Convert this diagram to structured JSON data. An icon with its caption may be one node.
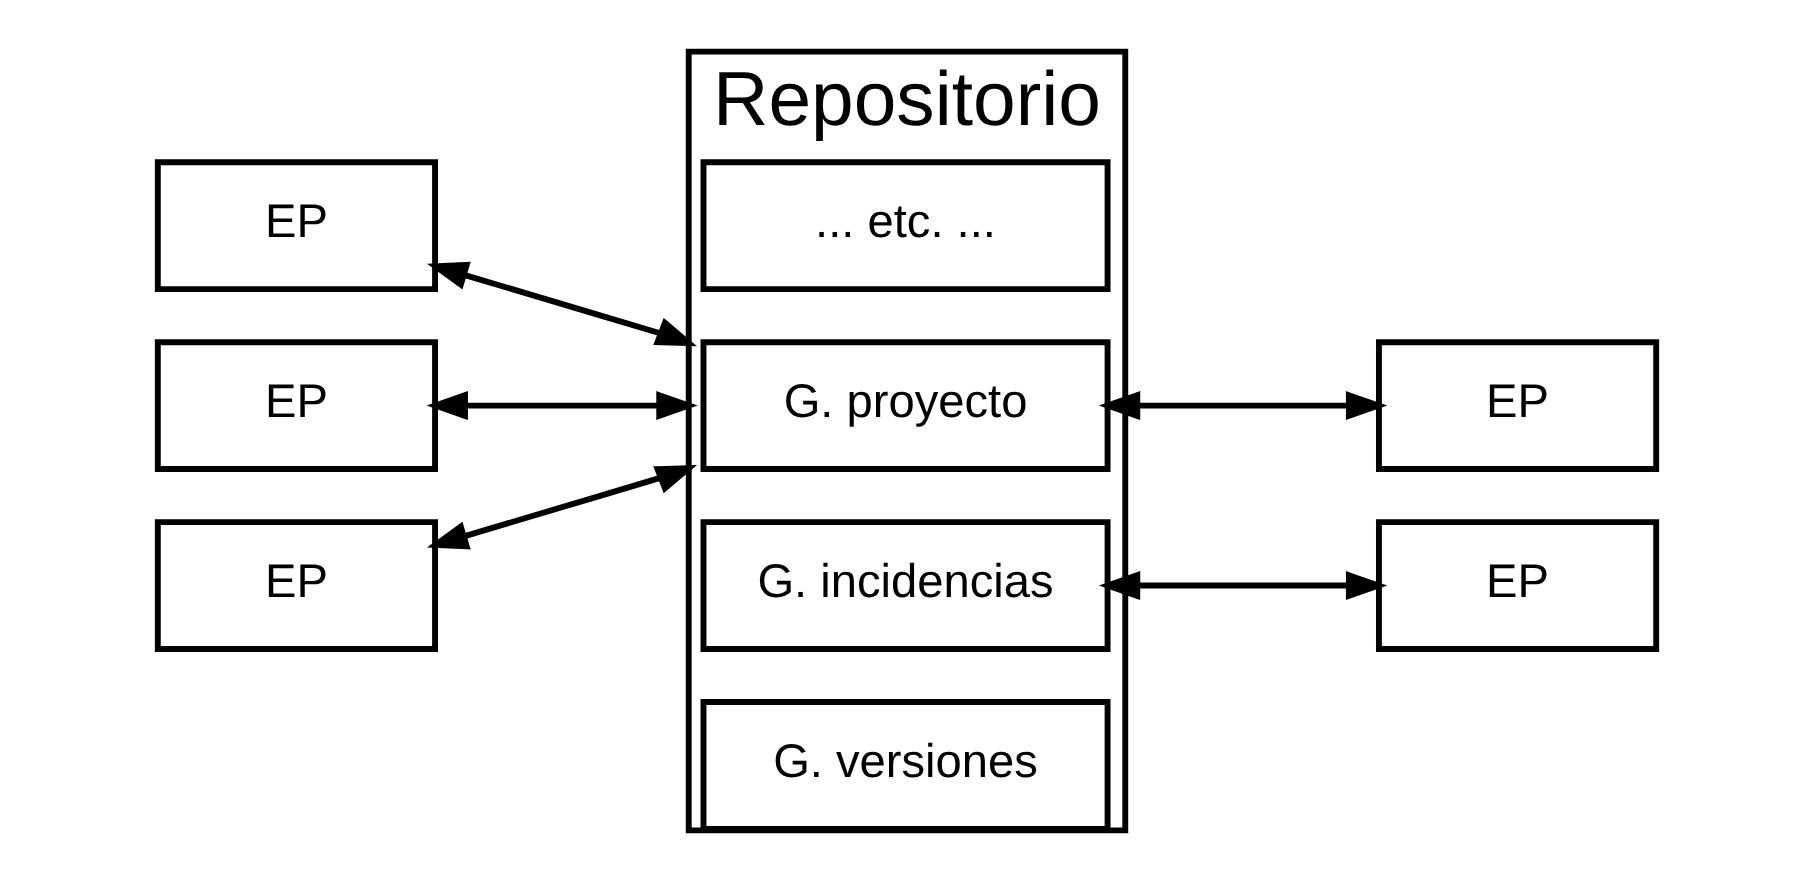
{
  "diagram": {
    "nodes": [
      {
        "text": [
          "Repositorio"
        ]
      },
      {
        "text": [
          "G. versiones"
        ],
        "in": 0
      },
      {
        "text": [
          "G. incidencias"
        ],
        "in": 0
      },
      {
        "text": [
          "G. proyecto"
        ],
        "in": 0
      },
      {
        "text": [
          "... etc. ..."
        ],
        "in": 0
      },
      {
        "text": [
          "EP"
        ]
      },
      {
        "text": [
          "EP"
        ]
      },
      {
        "text": [
          "EP"
        ]
      },
      {
        "text": [
          "EP"
        ]
      },
      {
        "text": [
          "EP"
        ]
      }
    ],
    "edges": [
      {
        "from": 5,
        "to": 0,
        "arrow": "both"
      },
      {
        "from": 6,
        "to": 0,
        "arrow": "both"
      },
      {
        "from": 7,
        "to": 0,
        "arrow": "both"
      },
      {
        "from": 2,
        "to": 8,
        "arrow": "both"
      },
      {
        "from": 3,
        "to": 9,
        "arrow": "both"
      }
    ]
  }
}
